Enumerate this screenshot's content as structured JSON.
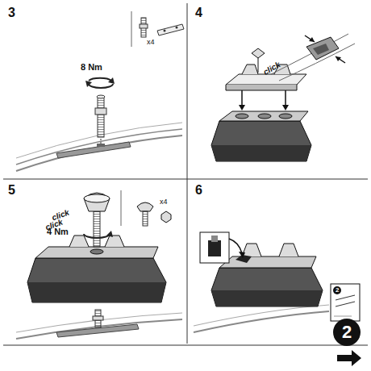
{
  "diagram": {
    "nodes": [
      {
        "text": [
          "2"
        ]
      }
    ],
    "labels": [
      "3",
      "x4",
      "8 Nm",
      "4",
      "click",
      "5",
      "4 Nm",
      "click",
      "click",
      "x4",
      "6",
      "2"
    ]
  }
}
